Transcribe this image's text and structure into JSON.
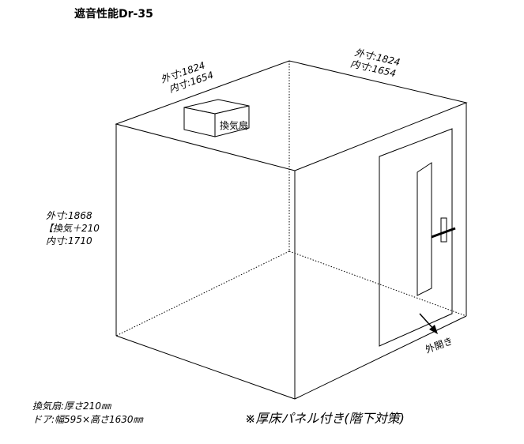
{
  "title": "遮音性能Dr-35",
  "top_left_dims": [
    "外寸:1824",
    "内寸:1654"
  ],
  "top_right_dims": [
    "外寸:1824",
    "内寸:1654"
  ],
  "left_dims": [
    "外寸:1868",
    "【換気＋210",
    "内寸:1710"
  ],
  "fan_label": "換気扇",
  "door_label": "外開き",
  "footnotes": [
    "換気扇:厚さ210㎜",
    "ドア:幅595×高さ1630㎜"
  ],
  "floor_note": "※厚床パネル付き(階下対策)"
}
